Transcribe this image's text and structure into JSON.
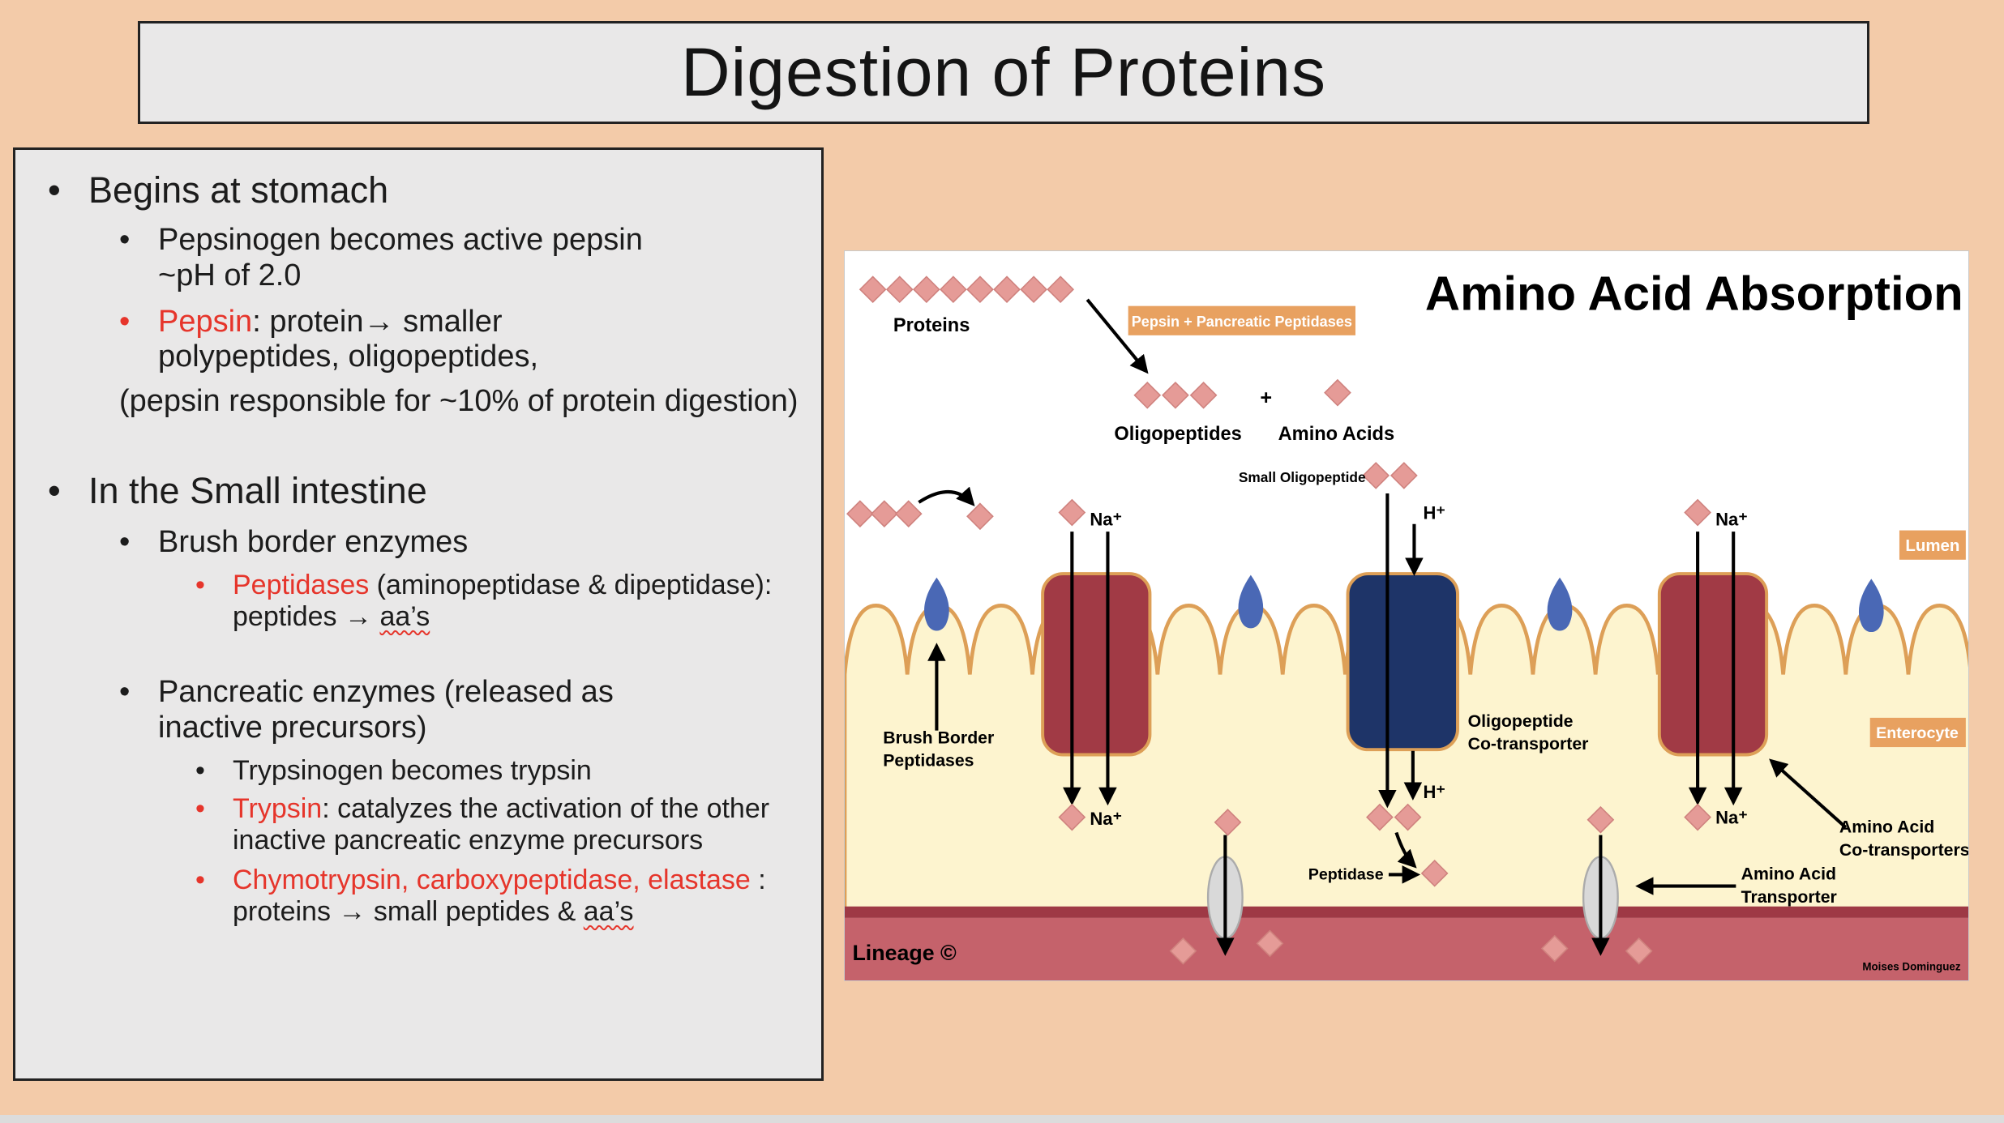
{
  "chars": {
    "bullet": "•"
  },
  "slide": {
    "title": "Digestion of Proteins",
    "background": "#f3cba9"
  },
  "notes": {
    "begins": "Begins at stomach",
    "pepsinogen": "Pepsinogen becomes active pepsin ~pH of 2.0",
    "pepsin_term": "Pepsin",
    "pepsin_rest": ": protein→ smaller polypeptides, oligopeptides,",
    "pepsin_note": "(pepsin responsible for ~10% of protein digestion)",
    "small_intestine": "In the Small intestine",
    "brush_border": "Brush border enzymes",
    "peptidases_term": "Peptidases",
    "peptidases_mid": " (aminopeptidase & dipeptidase): peptides → ",
    "peptidases_aas": "aa’s",
    "pancreatic": "Pancreatic enzymes (released as inactive precursors)",
    "trypsinogen": "Trypsinogen becomes trypsin",
    "trypsin_term": "Trypsin",
    "trypsin_rest": ":  catalyzes the activation of the other inactive pancreatic enzyme precursors",
    "chymo_term": "Chymotrypsin, carboxypeptidase, elastase",
    "chymo_mid": " : proteins  → small peptides & ",
    "chymo_aas": "aa’s"
  },
  "diagram": {
    "title": "Amino Acid Absorption",
    "labels": {
      "proteins": "Proteins",
      "pepsin_box": "Pepsin + Pancreatic Peptidases",
      "oligopeptides": "Oligopeptides",
      "plus": "+",
      "amino_acids": "Amino Acids",
      "small_oligopeptide": "Small Oligopeptide",
      "na": "Na⁺",
      "h": "H⁺",
      "lumen": "Lumen",
      "enterocyte": "Enterocyte",
      "brush_border_line1": "Brush Border",
      "brush_border_line2": "Peptidases",
      "oligo_ct_line1": "Oligopeptide",
      "oligo_ct_line2": "Co-transporter",
      "aa_ct_line1": "Amino Acid",
      "aa_ct_line2": "Co-transporters",
      "aa_t_line1": "Amino Acid",
      "aa_t_line2": "Transporter",
      "peptidase": "Peptidase",
      "lineage": "Lineage ©",
      "credit": "Moises Dominguez"
    },
    "colors": {
      "diamond_fill": "#e59b97",
      "label_box_orange": "#e8a160",
      "membrane_fill": "#fdf4cf",
      "membrane_stroke": "#dd9f57",
      "transporter_red": "#a13a45",
      "transporter_blue": "#1e3468",
      "enzyme_blue": "#4a68b5",
      "blood_band": "#c5626b",
      "blood_line": "#9e3945",
      "highlight_red_text": "#e6352b"
    }
  }
}
